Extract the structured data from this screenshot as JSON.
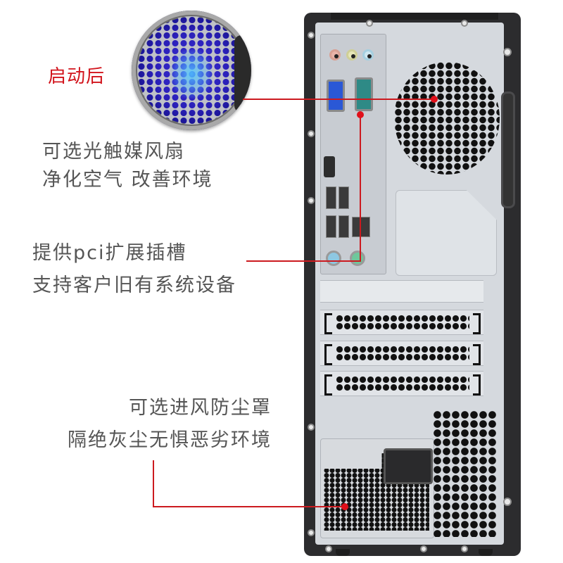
{
  "callouts": [
    {
      "id": "fan",
      "tag": "启动后",
      "lines": [
        "可选光触媒风扇",
        "净化空气 改善环境"
      ],
      "target": "rear-fan-vent"
    },
    {
      "id": "pci",
      "lines": [
        "提供pci扩展插槽",
        "支持客户旧有系统设备"
      ],
      "target": "serial-port"
    },
    {
      "id": "dust",
      "lines": [
        "可选进风防尘罩",
        "隔绝灰尘无惧恶劣环境"
      ],
      "target": "psu-intake-vent"
    }
  ],
  "colors": {
    "accent_red": "#d2141c",
    "callout_line": "#cc1a1f",
    "body_text": "#555555",
    "case_frame": "#2c2c2e",
    "case_panel": "#d5d9de",
    "fan_glow": "#3a2fd6"
  },
  "product": {
    "view": "desktop-tower-rear",
    "ports": [
      "audio-out",
      "line-in",
      "mic",
      "vga",
      "serial",
      "hdmi",
      "usb",
      "usb",
      "usb",
      "usb",
      "rj45",
      "ps2-mouse",
      "ps2-keyboard"
    ],
    "expansion_slots": 3,
    "icons": [
      "fan-grille",
      "power-socket",
      "vga-port",
      "serial-port",
      "hdmi-port",
      "usb-port",
      "ethernet-port",
      "ps2-port"
    ]
  }
}
